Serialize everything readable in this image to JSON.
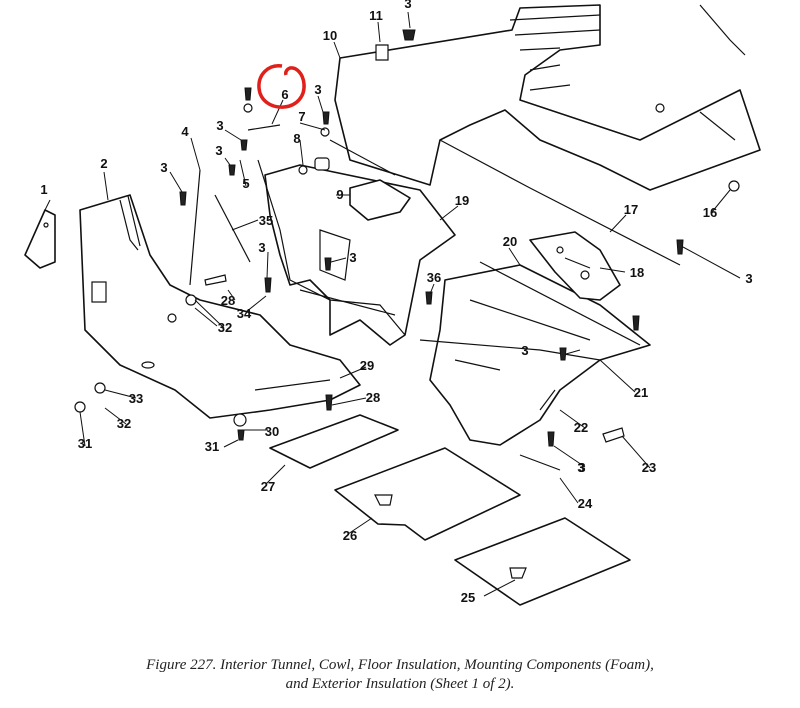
{
  "figure": {
    "caption_line1": "Figure 227.  Interior Tunnel, Cowl, Floor Insulation, Mounting Components (Foam),",
    "caption_line2": "and Exterior Insulation (Sheet 1 of 2).",
    "highlighted_callout": "6",
    "highlight_color": "#e0201a"
  },
  "callouts": [
    {
      "id": "c1",
      "text": "1"
    },
    {
      "id": "c2",
      "text": "2"
    },
    {
      "id": "c3a",
      "text": "3"
    },
    {
      "id": "c3b",
      "text": "3"
    },
    {
      "id": "c3c",
      "text": "3"
    },
    {
      "id": "c3d",
      "text": "3"
    },
    {
      "id": "c3e",
      "text": "3"
    },
    {
      "id": "c3f",
      "text": "3"
    },
    {
      "id": "c3g",
      "text": "3"
    },
    {
      "id": "c3h",
      "text": "3"
    },
    {
      "id": "c3i",
      "text": "3"
    },
    {
      "id": "c3j",
      "text": "3"
    },
    {
      "id": "c3k",
      "text": "3"
    },
    {
      "id": "c4",
      "text": "4"
    },
    {
      "id": "c5",
      "text": "5"
    },
    {
      "id": "c6",
      "text": "6"
    },
    {
      "id": "c7",
      "text": "7"
    },
    {
      "id": "c8",
      "text": "8"
    },
    {
      "id": "c9",
      "text": "9"
    },
    {
      "id": "c10",
      "text": "10"
    },
    {
      "id": "c11",
      "text": "11"
    },
    {
      "id": "c16",
      "text": "16"
    },
    {
      "id": "c17",
      "text": "17"
    },
    {
      "id": "c18",
      "text": "18"
    },
    {
      "id": "c19",
      "text": "19"
    },
    {
      "id": "c20",
      "text": "20"
    },
    {
      "id": "c21",
      "text": "21"
    },
    {
      "id": "c22",
      "text": "22"
    },
    {
      "id": "c23",
      "text": "23"
    },
    {
      "id": "c24",
      "text": "24"
    },
    {
      "id": "c25",
      "text": "25"
    },
    {
      "id": "c26",
      "text": "26"
    },
    {
      "id": "c27",
      "text": "27"
    },
    {
      "id": "c28a",
      "text": "28"
    },
    {
      "id": "c28b",
      "text": "28"
    },
    {
      "id": "c29",
      "text": "29"
    },
    {
      "id": "c30",
      "text": "30"
    },
    {
      "id": "c31a",
      "text": "31"
    },
    {
      "id": "c31b",
      "text": "31"
    },
    {
      "id": "c32a",
      "text": "32"
    },
    {
      "id": "c32b",
      "text": "32"
    },
    {
      "id": "c33",
      "text": "33"
    },
    {
      "id": "c34",
      "text": "34"
    },
    {
      "id": "c35",
      "text": "35"
    },
    {
      "id": "c36",
      "text": "36"
    }
  ]
}
